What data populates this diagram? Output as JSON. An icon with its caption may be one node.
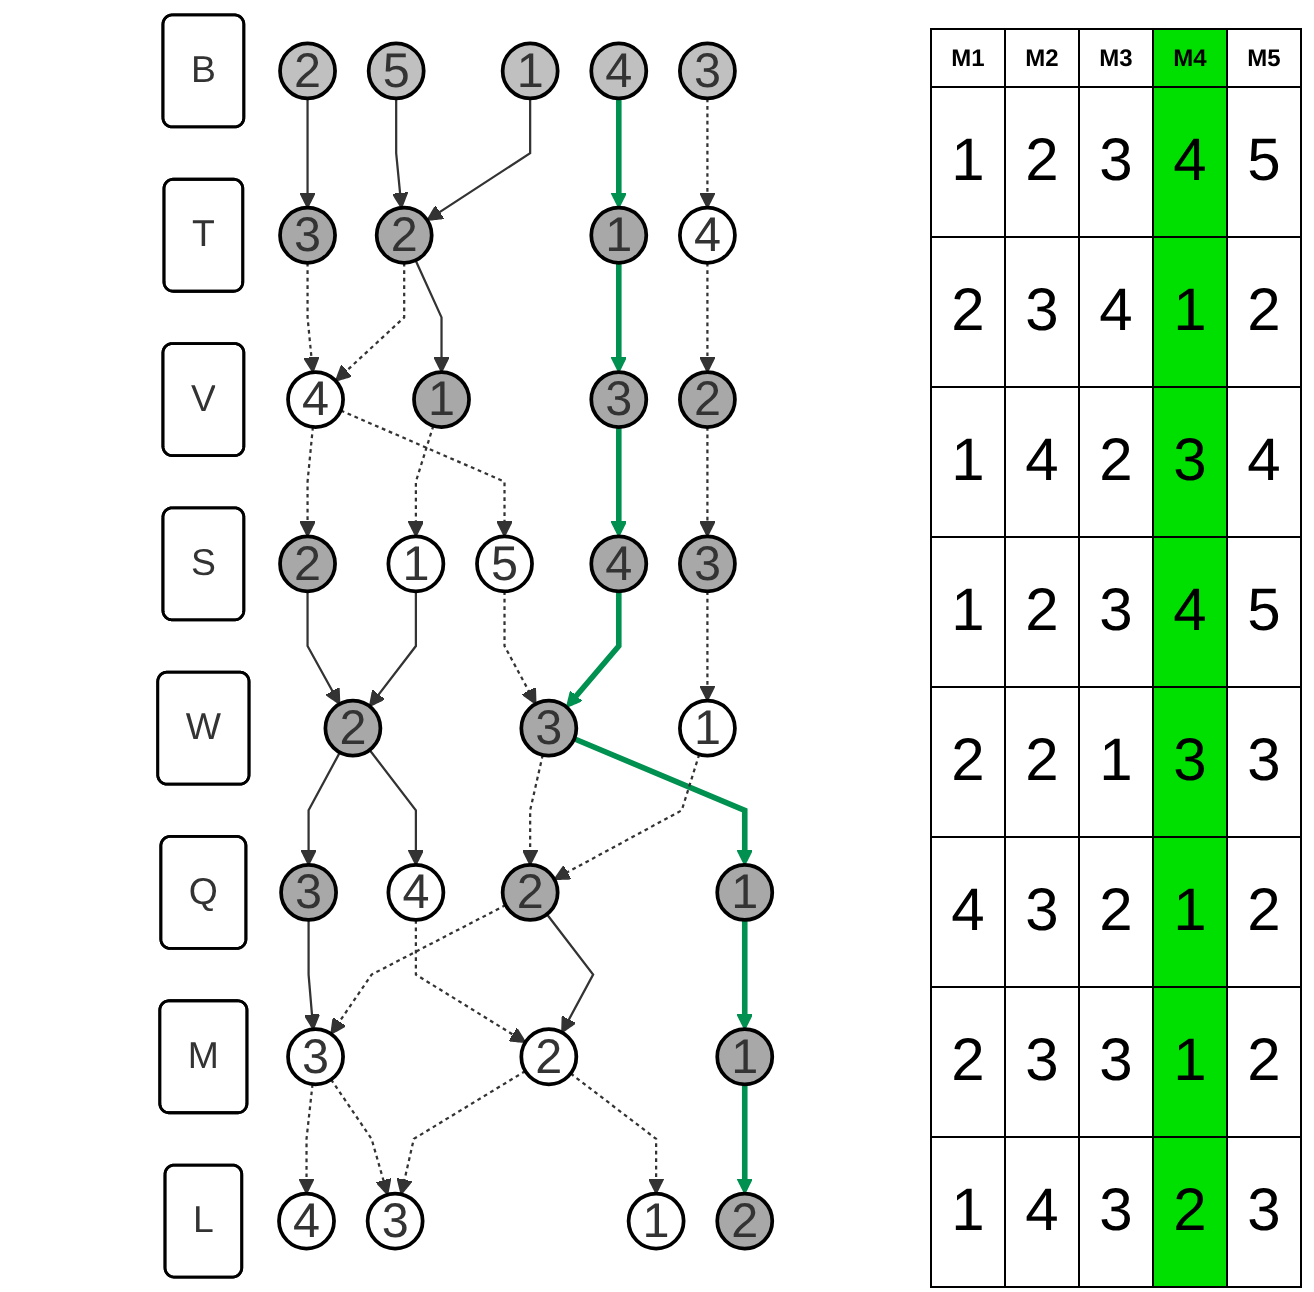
{
  "diagram": {
    "nodes": [
      {
        "text": [
          "B"
        ]
      },
      {
        "text": [
          "1"
        ]
      },
      {
        "text": [
          "2"
        ]
      },
      {
        "text": [
          "3"
        ]
      },
      {
        "text": [
          "4"
        ]
      },
      {
        "text": [
          "5"
        ]
      },
      {
        "text": [
          "T"
        ]
      },
      {
        "text": [
          "1"
        ]
      },
      {
        "text": [
          "2"
        ]
      },
      {
        "text": [
          "3"
        ]
      },
      {
        "text": [
          "4"
        ]
      },
      {
        "text": [
          "V"
        ]
      },
      {
        "text": [
          "1"
        ]
      },
      {
        "text": [
          "2"
        ]
      },
      {
        "text": [
          "3"
        ]
      },
      {
        "text": [
          "4"
        ]
      },
      {
        "text": [
          "S"
        ]
      },
      {
        "text": [
          "1"
        ]
      },
      {
        "text": [
          "2"
        ]
      },
      {
        "text": [
          "3"
        ]
      },
      {
        "text": [
          "4"
        ]
      },
      {
        "text": [
          "5"
        ]
      },
      {
        "text": [
          "W"
        ]
      },
      {
        "text": [
          "1"
        ]
      },
      {
        "text": [
          "2"
        ]
      },
      {
        "text": [
          "3"
        ]
      },
      {
        "text": [
          "Q"
        ]
      },
      {
        "text": [
          "1"
        ]
      },
      {
        "text": [
          "2"
        ]
      },
      {
        "text": [
          "3"
        ]
      },
      {
        "text": [
          "4"
        ]
      },
      {
        "text": [
          "M"
        ]
      },
      {
        "text": [
          "1"
        ]
      },
      {
        "text": [
          "2"
        ]
      },
      {
        "text": [
          "3"
        ]
      },
      {
        "text": [
          "L"
        ]
      },
      {
        "text": [
          "1"
        ]
      },
      {
        "text": [
          "2"
        ]
      },
      {
        "text": [
          "3"
        ]
      },
      {
        "text": [
          "4"
        ]
      }
    ],
    "edges": [
      {
        "from": 1,
        "to": 8,
        "arrow": "to"
      },
      {
        "from": 2,
        "to": 9,
        "arrow": "to"
      },
      {
        "from": 3,
        "to": 10,
        "arrow": "to",
        "style": "dashed"
      },
      {
        "from": 4,
        "to": 7,
        "arrow": "to",
        "style": "thick",
        "color": "#009050"
      },
      {
        "from": 5,
        "to": 8,
        "arrow": "to"
      },
      {
        "from": 8,
        "to": 12,
        "arrow": "to"
      },
      {
        "from": 7,
        "to": 14,
        "arrow": "to",
        "style": "thick",
        "color": "#009050"
      },
      {
        "from": 10,
        "to": 13,
        "arrow": "to",
        "style": "dashed"
      },
      {
        "from": 8,
        "to": 15,
        "arrow": "to",
        "style": "dashed"
      },
      {
        "from": 9,
        "to": 15,
        "arrow": "to",
        "style": "dashed"
      },
      {
        "from": 12,
        "to": 17,
        "arrow": "to",
        "style": "dashed"
      },
      {
        "from": 13,
        "to": 19,
        "arrow": "to",
        "style": "dashed"
      },
      {
        "from": 15,
        "to": 18,
        "arrow": "to",
        "style": "dashed"
      },
      {
        "from": 14,
        "to": 20,
        "arrow": "to",
        "style": "thick",
        "color": "#009050"
      },
      {
        "from": 15,
        "to": 21,
        "arrow": "to",
        "style": "dashed"
      },
      {
        "from": 17,
        "to": 24,
        "arrow": "to"
      },
      {
        "from": 18,
        "to": 24,
        "arrow": "to"
      },
      {
        "from": 19,
        "to": 23,
        "arrow": "to",
        "style": "dashed"
      },
      {
        "from": 20,
        "to": 25,
        "arrow": "to",
        "style": "thick",
        "color": "#009050"
      },
      {
        "from": 21,
        "to": 25,
        "arrow": "to",
        "style": "dashed"
      },
      {
        "from": 25,
        "to": 27,
        "arrow": "to",
        "style": "thick",
        "color": "#009050"
      },
      {
        "from": 23,
        "to": 28,
        "arrow": "to",
        "style": "dashed"
      },
      {
        "from": 25,
        "to": 28,
        "arrow": "to",
        "style": "dashed"
      },
      {
        "from": 24,
        "to": 29,
        "arrow": "to"
      },
      {
        "from": 24,
        "to": 30,
        "arrow": "to"
      },
      {
        "from": 27,
        "to": 32,
        "arrow": "to",
        "style": "thick",
        "color": "#009050"
      },
      {
        "from": 28,
        "to": 33,
        "arrow": "to"
      },
      {
        "from": 28,
        "to": 34,
        "arrow": "to",
        "style": "dashed"
      },
      {
        "from": 29,
        "to": 34,
        "arrow": "to"
      },
      {
        "from": 30,
        "to": 33,
        "arrow": "to",
        "style": "dashed"
      },
      {
        "from": 32,
        "to": 37,
        "arrow": "to",
        "style": "thick",
        "color": "#009050"
      },
      {
        "from": 33,
        "to": 36,
        "arrow": "to",
        "style": "dashed"
      },
      {
        "from": 33,
        "to": 38,
        "arrow": "to",
        "style": "dashed"
      },
      {
        "from": 34,
        "to": 38,
        "arrow": "to",
        "style": "dashed"
      },
      {
        "from": 34,
        "to": 39,
        "arrow": "to",
        "style": "dashed"
      }
    ],
    "labels": [
      "M1",
      "M2",
      "M3",
      "M4",
      "M5",
      "1",
      "2",
      "3",
      "4",
      "5",
      "2",
      "3",
      "4",
      "1",
      "2",
      "1",
      "4",
      "2",
      "3",
      "4",
      "1",
      "2",
      "3",
      "4",
      "5",
      "2",
      "2",
      "1",
      "3",
      "3",
      "4",
      "3",
      "2",
      "1",
      "2",
      "2",
      "3",
      "3",
      "1",
      "2",
      "1",
      "4",
      "3",
      "2",
      "3"
    ]
  }
}
